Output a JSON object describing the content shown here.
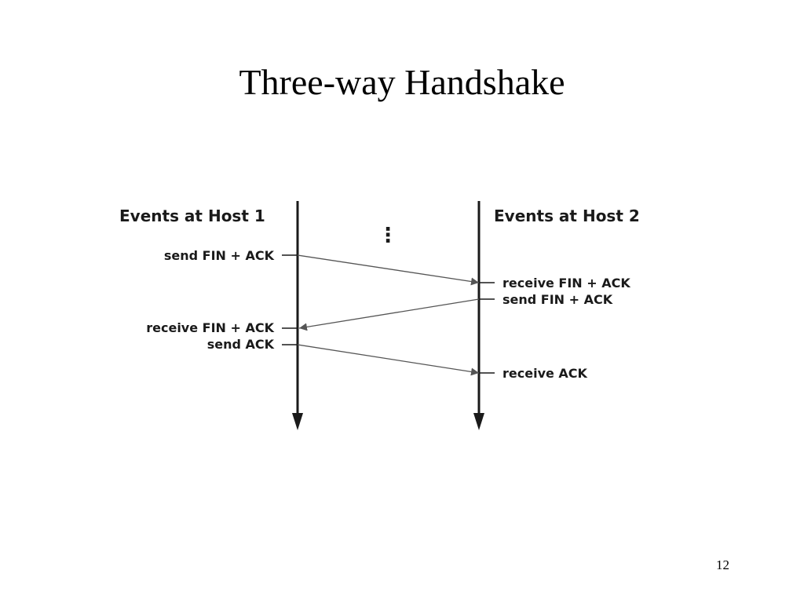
{
  "slide": {
    "title": "Three-way Handshake",
    "page_number": "12"
  },
  "diagram": {
    "hosts": [
      {
        "id": "host1",
        "label": "Events at Host 1"
      },
      {
        "id": "host2",
        "label": "Events at Host 2"
      }
    ],
    "continuation": "⋮",
    "events": [
      {
        "host": "host1",
        "label": "send FIN + ACK"
      },
      {
        "host": "host2",
        "label": "receive FIN + ACK"
      },
      {
        "host": "host2",
        "label": "send FIN + ACK"
      },
      {
        "host": "host1",
        "label": "receive FIN + ACK"
      },
      {
        "host": "host1",
        "label": "send ACK"
      },
      {
        "host": "host2",
        "label": "receive ACK"
      }
    ],
    "messages": [
      {
        "from": "host1",
        "to": "host2",
        "send_event": 0,
        "receive_event": 1
      },
      {
        "from": "host2",
        "to": "host1",
        "send_event": 2,
        "receive_event": 3
      },
      {
        "from": "host1",
        "to": "host2",
        "send_event": 4,
        "receive_event": 5
      }
    ],
    "colors": {
      "timeline": "#1a1a1a",
      "message_arrow": "#555555",
      "text": "#1a1a1a"
    }
  }
}
